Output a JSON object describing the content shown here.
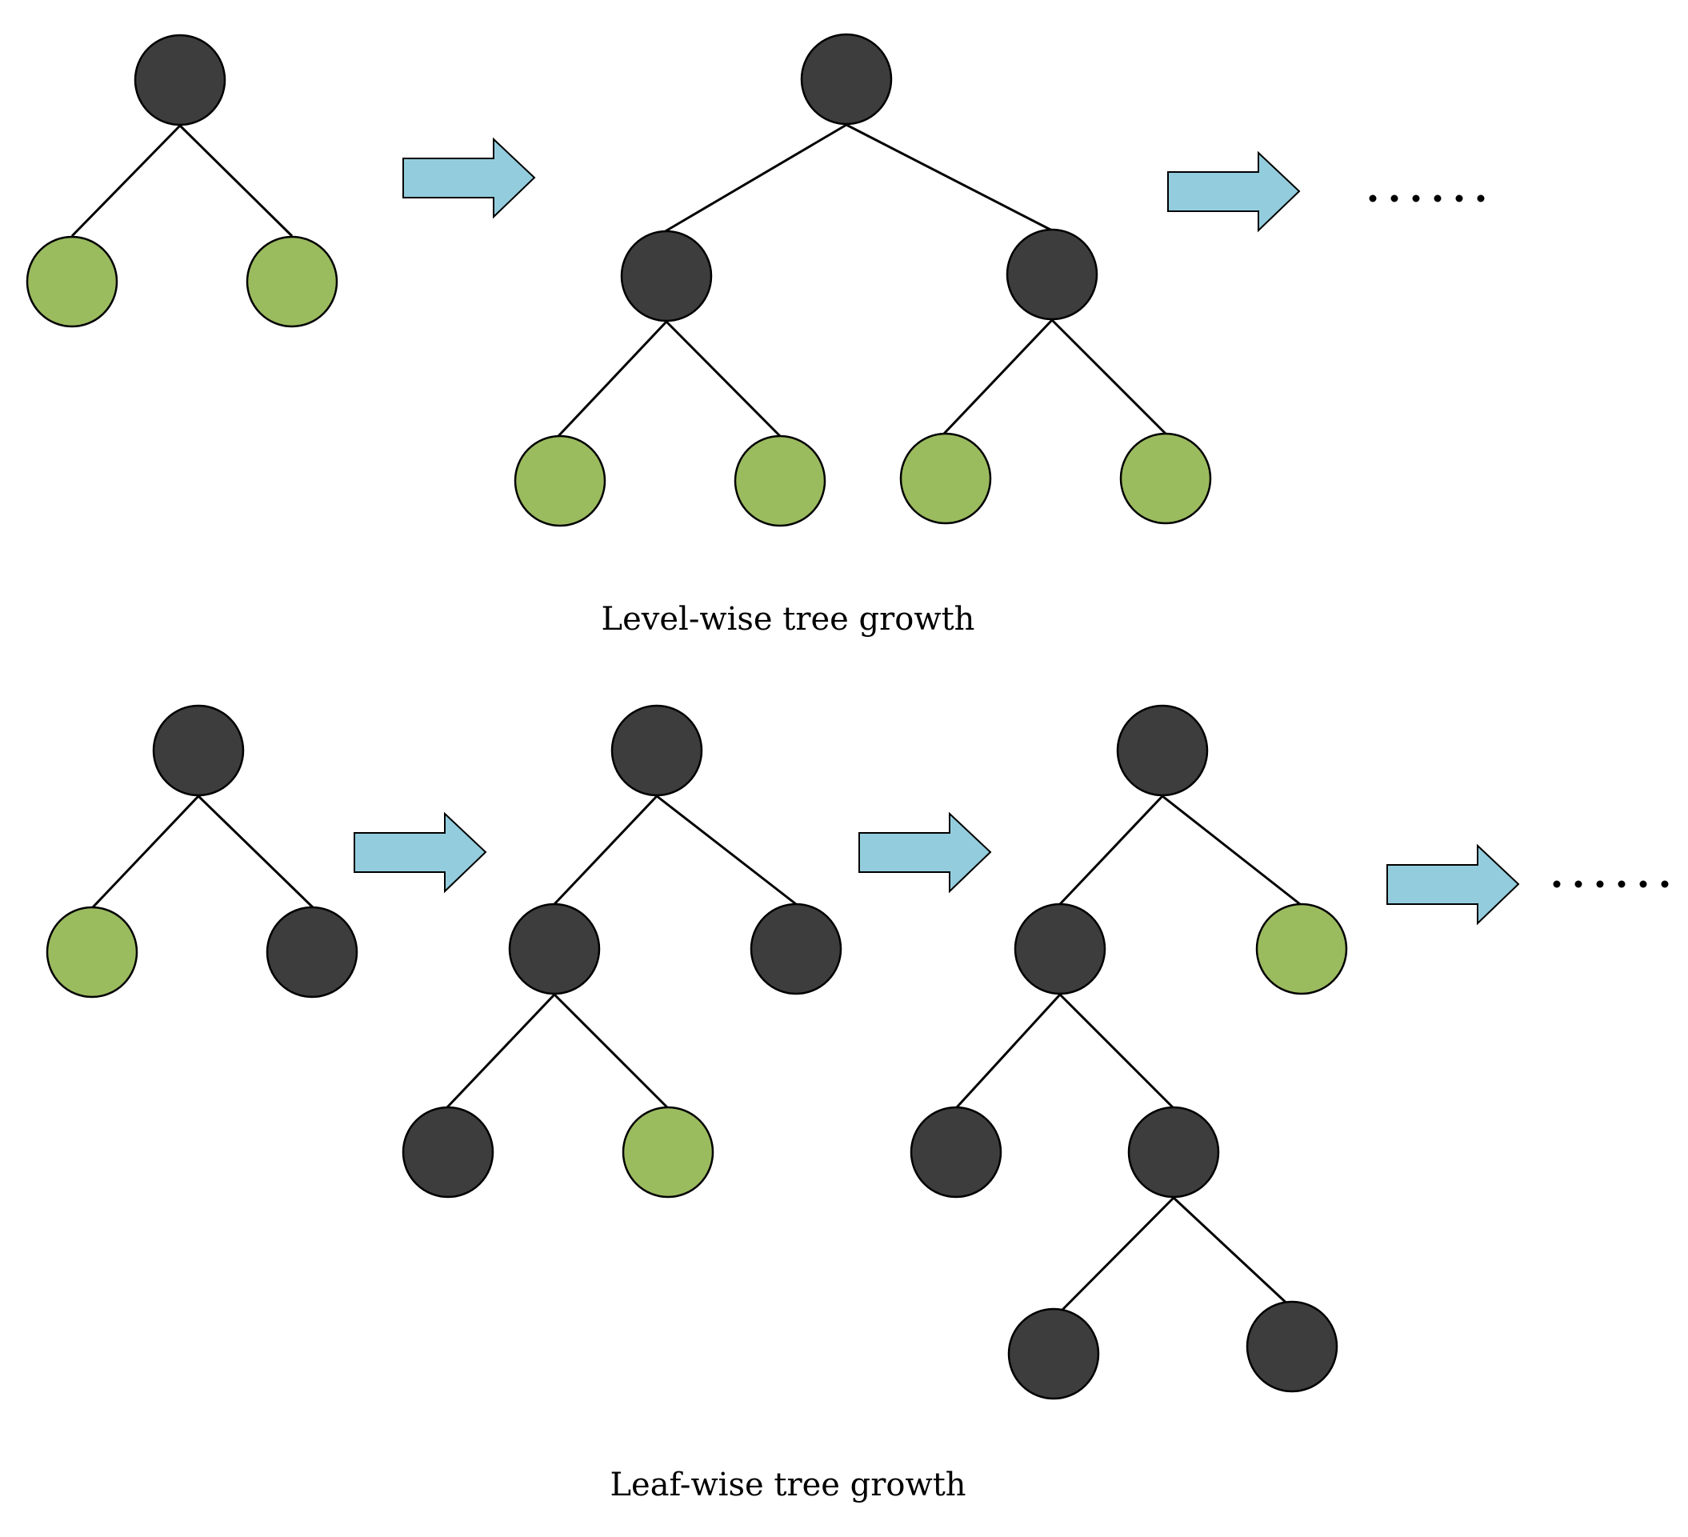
{
  "colors": {
    "split_node": "#3d3d3d",
    "leaf_node": "#9bbb5f",
    "arrow_fill": "#93cddd",
    "stroke": "#000000"
  },
  "captions": {
    "level_wise": "Level-wise tree growth",
    "leaf_wise": "Leaf-wise tree growth"
  },
  "continuation_icon": "ellipsis-dots"
}
